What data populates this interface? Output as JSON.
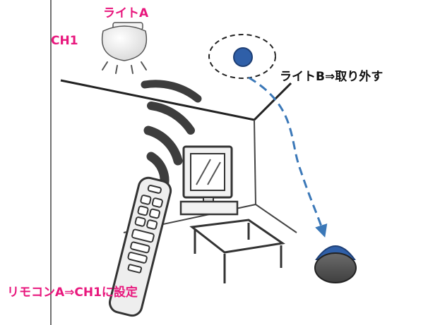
{
  "labels": {
    "light_a": "ライトA",
    "ch1": "CH1",
    "light_b": "ライトB⇒取り外す",
    "remote": "リモコンA⇒CH1に設定"
  },
  "colors": {
    "accent_pink": "#e8177d",
    "dashed_arrow_blue": "#3b78b8",
    "light_b_blue": "#2f5fa8",
    "line_gray": "#555555",
    "text_black": "#111111"
  }
}
